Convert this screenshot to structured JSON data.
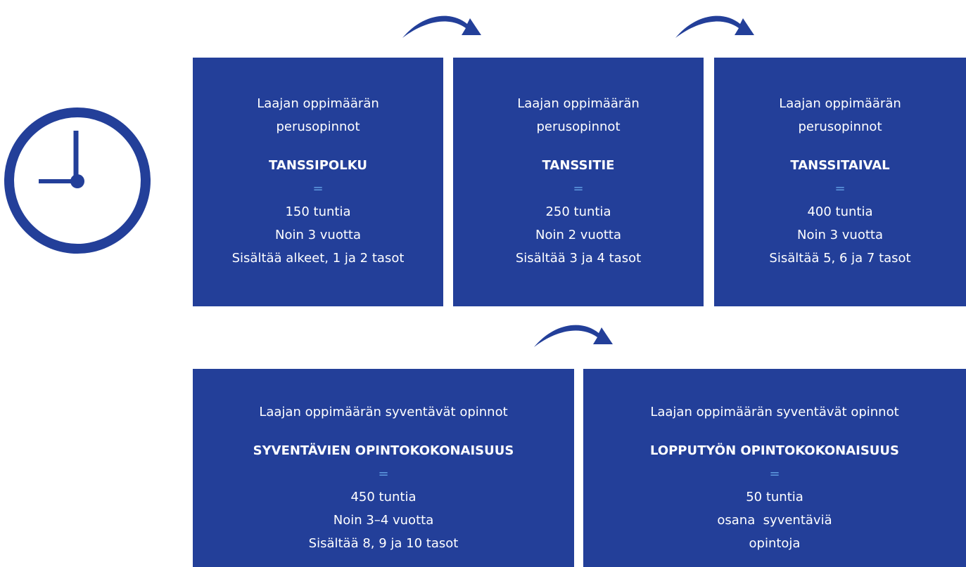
{
  "colors": {
    "box_background": "#233f99",
    "equals_sign": "#5f9be0",
    "text": "#ffffff",
    "icon": "#233f99"
  },
  "icons": {
    "clock": "clock-icon",
    "arrow": "curved-arrow-icon"
  },
  "stages": [
    {
      "heading_line1": "Laajan oppimäärän",
      "heading_line2": "perusopinnot",
      "name": "TANSSIPOLKU",
      "equals": "=",
      "hours": "150 tuntia",
      "duration": "Noin 3 vuotta",
      "levels": "Sisältää alkeet, 1 ja 2 tasot"
    },
    {
      "heading_line1": "Laajan oppimäärän",
      "heading_line2": "perusopinnot",
      "name": "TANSSITIE",
      "equals": "=",
      "hours": "250 tuntia",
      "duration": "Noin 2 vuotta",
      "levels": "Sisältää 3 ja 4 tasot"
    },
    {
      "heading_line1": "Laajan oppimäärän",
      "heading_line2": "perusopinnot",
      "name": "TANSSITAIVAL",
      "equals": "=",
      "hours": "400 tuntia",
      "duration": "Noin 3 vuotta",
      "levels": "Sisältää 5, 6 ja 7 tasot"
    },
    {
      "heading": "Laajan oppimäärän syventävät opinnot",
      "name": "SYVENTÄVIEN OPINTOKOKONAISUUS",
      "equals": "=",
      "hours": "450 tuntia",
      "duration": "Noin 3–4 vuotta",
      "levels": "Sisältää 8, 9 ja 10 tasot"
    },
    {
      "heading": "Laajan oppimäärän syventävät opinnot",
      "name": "LOPPUTYÖN OPINTOKOKONAISUUS",
      "equals": "=",
      "hours": "50 tuntia",
      "note_line1": "osana  syventäviä",
      "note_line2": "opintoja"
    }
  ]
}
